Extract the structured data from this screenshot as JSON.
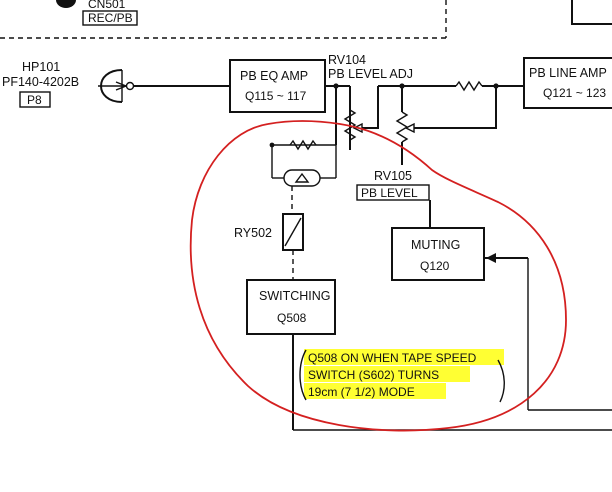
{
  "top_left": {
    "connector_label": "CN501",
    "connector_sublabel": "REC/PB"
  },
  "head": {
    "ref": "HP101",
    "part": "PF140-4202B",
    "tag": "P8"
  },
  "blocks": {
    "pb_eq_amp": {
      "title": "PB EQ AMP",
      "parts": "Q115 ~ 117"
    },
    "pb_line_amp": {
      "title": "PB LINE AMP",
      "parts": "Q121 ~ 123"
    },
    "muting": {
      "title": "MUTING",
      "parts": "Q120"
    },
    "switching": {
      "title": "SWITCHING",
      "parts": "Q508"
    }
  },
  "pots": {
    "rv104": {
      "ref": "RV104",
      "name": "PB LEVEL ADJ"
    },
    "rv105": {
      "ref": "RV105",
      "name": "PB LEVEL"
    }
  },
  "relay": {
    "ref": "RY502"
  },
  "note": {
    "lines": [
      "Q508 ON WHEN TAPE SPEED",
      "SWITCH (S602) TURNS",
      "19cm (7 1/2) MODE"
    ]
  },
  "colors": {
    "ink": "#111111",
    "highlight": "#ffff33",
    "annotation_circle": "#d42020"
  }
}
